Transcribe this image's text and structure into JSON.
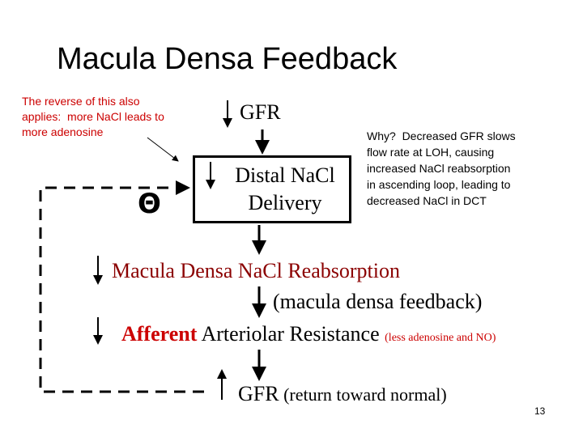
{
  "slide": {
    "title": "Macula Densa Feedback",
    "page_number": "13"
  },
  "notes": {
    "reverse_note": "The reverse of this also\napplies:  more NaCl leads to\nmore adenosine",
    "why_note": "Why?  Decreased GFR slows\nflow rate at LOH, causing\nincreased NaCl reabsorption\nin ascending loop, leading to\ndecreased NaCl in DCT"
  },
  "flow": {
    "gfr_top": "GFR",
    "box_label": "Distal NaCl\nDelivery",
    "macula_reabsorption": "Macula Densa NaCl Reabsorption",
    "macula_feedback": "(macula densa feedback)",
    "afferent_bold": "Afferent",
    "afferent_rest": " Arteriolar Resistance ",
    "afferent_note": "(less adenosine and NO)",
    "gfr_bottom": "GFR",
    "gfr_bottom_note": " (return toward normal)",
    "inhibit_symbol": "Θ"
  },
  "colors": {
    "red_text": "#cc0000",
    "dark_red_text": "#8b0000",
    "black": "#000000"
  }
}
